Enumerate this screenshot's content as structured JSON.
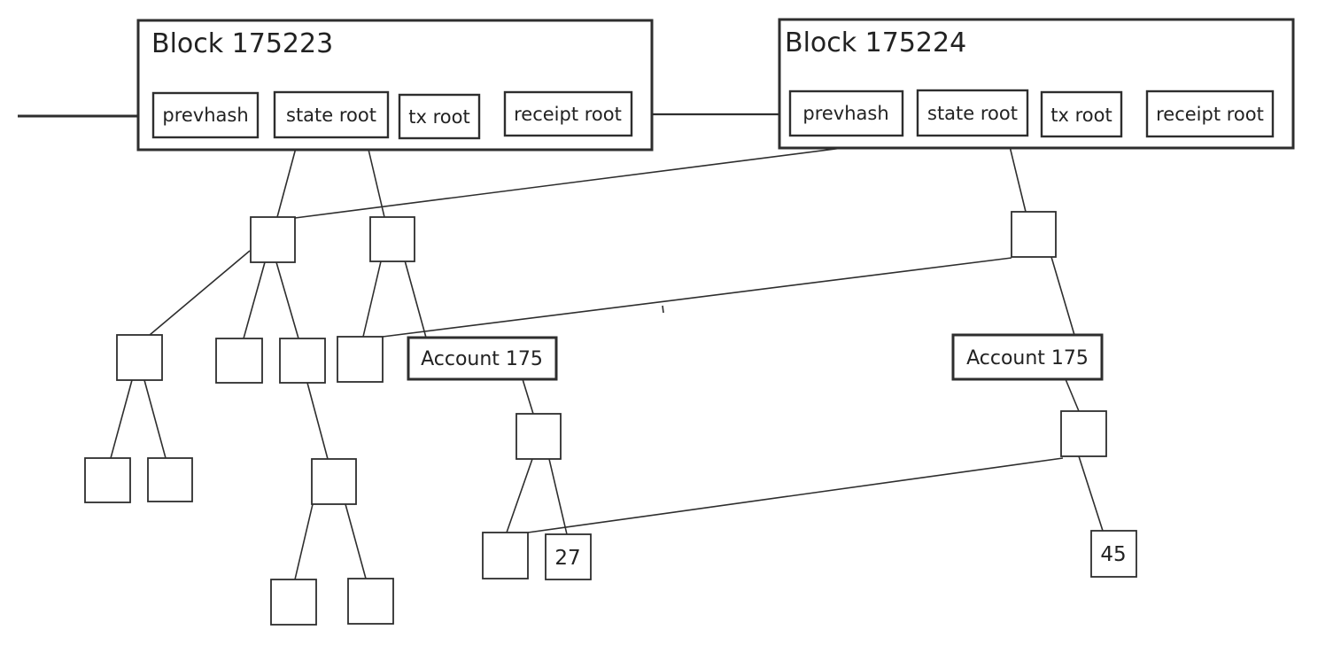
{
  "blocks": [
    {
      "title": "Block 175223",
      "fields": [
        "prevhash",
        "state root",
        "tx root",
        "receipt root"
      ]
    },
    {
      "title": "Block 175224",
      "fields": [
        "prevhash",
        "state root",
        "tx root",
        "receipt root"
      ]
    }
  ],
  "account_labels": {
    "old": "Account 175",
    "new": "Account 175"
  },
  "leaf_values": {
    "old": "27",
    "new": "45"
  }
}
